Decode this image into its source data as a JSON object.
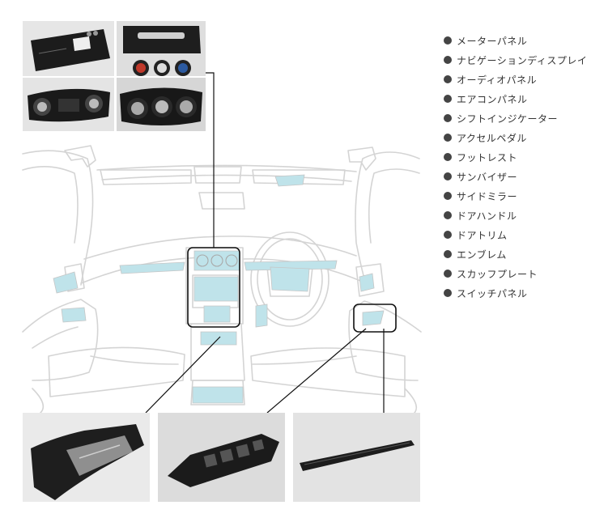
{
  "legend": {
    "items": [
      "メーターパネル",
      "ナビゲーションディスプレイ",
      "オーディオパネル",
      "エアコンパネル",
      "シフトインジケーター",
      "アクセルペダル",
      "フットレスト",
      "サンバイザー",
      "サイドミラー",
      "ドアハンドル",
      "ドアトリム",
      "エンブレム",
      "スカッフプレート",
      "スイッチパネル"
    ],
    "bullet_color": "#444444"
  },
  "colors": {
    "outline": "#d4d4d4",
    "highlight": "#bfe3ea",
    "callout": "#111111",
    "photo_bg": "#e9e9e9"
  },
  "icons": {
    "bullet": "filled-circle-icon"
  }
}
